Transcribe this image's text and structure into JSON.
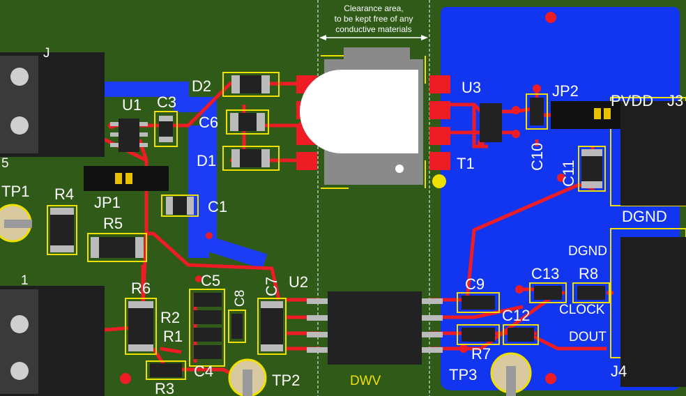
{
  "clearance": {
    "line1": "Clearance area,",
    "line2": "to be kept free of any",
    "line3": "conductive materials"
  },
  "labels": {
    "u1": "U1",
    "c3": "C3",
    "d2": "D2",
    "c6": "C6",
    "d1": "D1",
    "u3": "U3",
    "jp2": "JP2",
    "pvdd": "PVDD",
    "j3": "J3",
    "t1": "T1",
    "c10": "C10",
    "c11": "C11",
    "jp1": "JP1",
    "tp1": "TP1",
    "r4": "R4",
    "r5": "R5",
    "c1": "C1",
    "dgnd_top": "DGND",
    "dgnd_bottom": "DGND",
    "c5": "C5",
    "c8": "C8",
    "c7": "C7",
    "u2": "U2",
    "r6": "R6",
    "r2": "R2",
    "r1": "R1",
    "c4": "C4",
    "r3": "R3",
    "tp2": "TP2",
    "dwv": "DWV",
    "c9": "C9",
    "c13": "C13",
    "r8": "R8",
    "clock": "CLOCK",
    "c12": "C12",
    "dout": "DOUT",
    "r7": "R7",
    "tp3": "TP3",
    "j4": "J4",
    "j_top_left": "J",
    "j_mid_left": "5",
    "j_bot_left": "1"
  },
  "colors": {
    "board_green": "#2f5a18",
    "isolated_blue": "#1236f0",
    "trace_red": "#ee1c24",
    "copper_blue": "#1c3cf5",
    "silkscreen_yellow": "#f0e000",
    "silkscreen_white": "#ffffff"
  }
}
